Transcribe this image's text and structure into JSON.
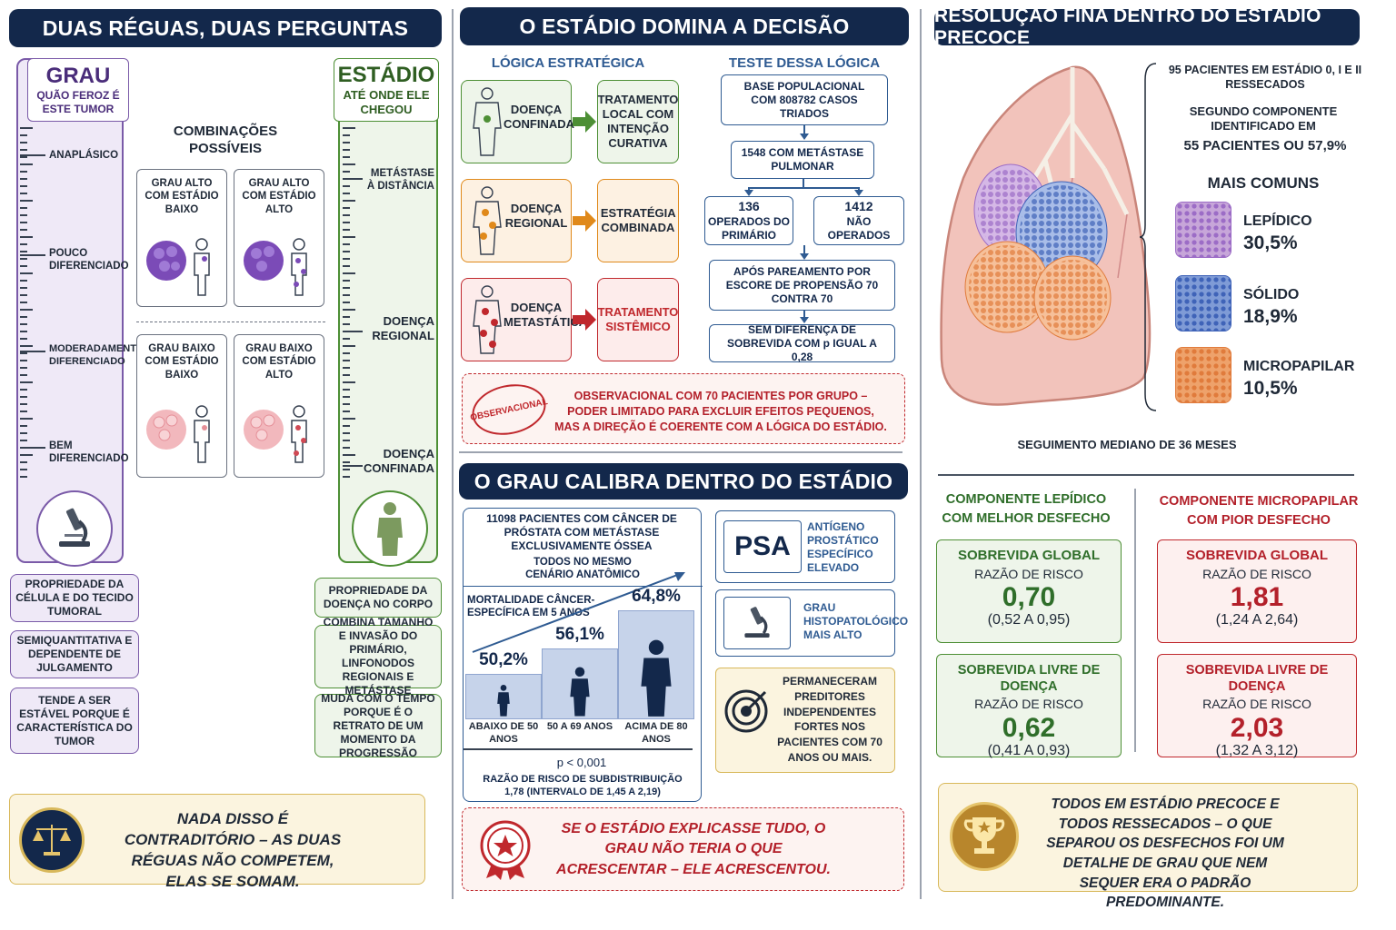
{
  "panel1": {
    "header": "DUAS RÉGUAS, DUAS PERGUNTAS",
    "grade": {
      "title": "GRAU",
      "subtitle": "QUÃO FEROZ É ESTE TUMOR",
      "levels": [
        "ANAPLÁSICO",
        "POUCO DIFERENCIADO",
        "MODERADAMENTE DIFERENCIADO",
        "BEM DIFERENCIADO"
      ],
      "props": [
        "PROPRIEDADE DA CÉLULA E DO TECIDO TUMORAL",
        "SEMIQUANTITATIVA E DEPENDENTE DE JULGAMENTO",
        "TENDE A SER ESTÁVEL PORQUE É CARACTERÍSTICA DO TUMOR"
      ]
    },
    "stage": {
      "title": "ESTÁDIO",
      "subtitle": "ATÉ ONDE ELE CHEGOU",
      "levels": [
        "METÁSTASE À DISTÂNCIA",
        "DOENÇA REGIONAL",
        "DOENÇA CONFINADA"
      ],
      "props": [
        "PROPRIEDADE DA DOENÇA NO CORPO",
        "COMBINA TAMANHO E INVASÃO DO PRIMÁRIO, LINFONODOS REGIONAIS E METÁSTASE",
        "MUDA COM O TEMPO PORQUE É O RETRATO DE UM MOMENTO DA PROGRESSÃO"
      ]
    },
    "combos_title": "COMBINAÇÕES POSSÍVEIS",
    "combos": [
      "GRAU ALTO COM ESTÁDIO BAIXO",
      "GRAU ALTO COM ESTÁDIO ALTO",
      "GRAU BAIXO COM ESTÁDIO BAIXO",
      "GRAU BAIXO COM ESTÁDIO ALTO"
    ],
    "footer": "NADA DISSO É CONTRADITÓRIO – AS DUAS RÉGUAS NÃO COMPETEM, ELAS SE SOMAM."
  },
  "panel2": {
    "header": "O ESTÁDIO DOMINA A DECISÃO",
    "logic_title": "LÓGICA ESTRATÉGICA",
    "test_title": "TESTE DESSA LÓGICA",
    "rows": [
      {
        "disease": "DOENÇA CONFINADA",
        "strategy": "TRATAMENTO LOCAL COM INTENÇÃO CURATIVA",
        "color": "#4d8f35"
      },
      {
        "disease": "DOENÇA REGIONAL",
        "strategy": "ESTRATÉGIA COMBINADA",
        "color": "#e0891a"
      },
      {
        "disease": "DOENÇA METASTÁTICA",
        "strategy": "TRATAMENTO SISTÊMICO",
        "color": "#c0282d"
      }
    ],
    "flow": {
      "base": "BASE POPULACIONAL COM 808782 CASOS TRIADOS",
      "meta": "1548 COM METÁSTASE PULMONAR",
      "operated_n": "136",
      "operated": "OPERADOS DO PRIMÁRIO",
      "not_operated_n": "1412",
      "not_operated": "NÃO OPERADOS",
      "matched": "APÓS PAREAMENTO POR ESCORE DE PROPENSÃO 70 CONTRA 70",
      "result": "SEM DIFERENÇA DE SOBREVIDA COM p IGUAL A 0,28"
    },
    "stamp": "OBSERVACIONAL",
    "note": "OBSERVACIONAL COM 70 PACIENTES POR GRUPO – PODER LIMITADO PARA EXCLUIR EFEITOS PEQUENOS, MAS A DIREÇÃO É COERENTE COM A LÓGICA DO ESTÁDIO."
  },
  "panel3": {
    "header": "O GRAU CALIBRA DENTRO DO ESTÁDIO",
    "study": "11098 PACIENTES COM CÂNCER DE PRÓSTATA COM METÁSTASE EXCLUSIVAMENTE ÓSSEA",
    "study_sub": "TODOS NO MESMO CENÁRIO ANATÔMICO",
    "mort_label": "MORTALIDADE CÂNCER-ESPECÍFICA EM 5 ANOS",
    "bars": [
      {
        "value": "50,2%",
        "label": "ABAIXO DE 50 ANOS",
        "v": 50.2
      },
      {
        "value": "56,1%",
        "label": "50 A 69 ANOS",
        "v": 56.1
      },
      {
        "value": "64,8%",
        "label": "ACIMA DE 80 ANOS",
        "v": 64.8
      }
    ],
    "pvalue": "p < 0,001",
    "hr": "RAZÃO DE RISCO DE SUBDISTRIBUIÇÃO 1,78 (INTERVALO DE 1,45 A 2,19)",
    "psa": "PSA",
    "psa_label": "ANTÍGENO PROSTÁTICO ESPECÍFICO ELEVADO",
    "grade_label": "GRAU HISTOPATOLÓGICO MAIS ALTO",
    "predictors": "PERMANECERAM PREDITORES INDEPENDENTES FORTES NOS PACIENTES COM 70 ANOS OU MAIS.",
    "footer": "SE O ESTÁDIO EXPLICASSE TUDO, O GRAU NÃO TERIA O QUE ACRESCENTAR – ELE ACRESCENTOU."
  },
  "panel4": {
    "header": "RESOLUÇÃO FINA DENTRO DO ESTÁDIO PRECOCE",
    "patients": "95 PACIENTES EM ESTÁDIO 0, I E II RESSECADOS",
    "second": "SEGUNDO COMPONENTE IDENTIFICADO EM",
    "second_n": "55 PACIENTES OU 57,9%",
    "common": "MAIS COMUNS",
    "patterns": [
      {
        "name": "LEPÍDICO",
        "value": "30,5%",
        "v": 30.5,
        "color": "#c7a6d9"
      },
      {
        "name": "SÓLIDO",
        "value": "18,9%",
        "v": 18.9,
        "color": "#7f9bd6"
      },
      {
        "name": "MICROPAPILAR",
        "value": "10,5%",
        "v": 10.5,
        "color": "#eea26b"
      }
    ],
    "followup": "SEGUIMENTO MEDIANO DE 36 MESES",
    "lepidic": {
      "title": "COMPONENTE LEPÍDICO COM MELHOR DESFECHO",
      "os_title": "SOBREVIDA GLOBAL",
      "os_hr_label": "RAZÃO DE RISCO",
      "os_hr": "0,70",
      "os_ci": "(0,52 A 0,95)",
      "dfs_title": "SOBREVIDA LIVRE DE DOENÇA",
      "dfs_hr_label": "RAZÃO DE RISCO",
      "dfs_hr": "0,62",
      "dfs_ci": "(0,41 A 0,93)"
    },
    "micro": {
      "title": "COMPONENTE MICROPAPILAR COM PIOR DESFECHO",
      "os_title": "SOBREVIDA GLOBAL",
      "os_hr_label": "RAZÃO DE RISCO",
      "os_hr": "1,81",
      "os_ci": "(1,24 A 2,64)",
      "dfs_title": "SOBREVIDA LIVRE DE DOENÇA",
      "dfs_hr_label": "RAZÃO DE RISCO",
      "dfs_hr": "2,03",
      "dfs_ci": "(1,32 A 3,12)"
    },
    "footer": "TODOS EM ESTÁDIO PRECOCE E TODOS RESSECADOS – O QUE SEPAROU OS DESFECHOS FOI UM DETALHE DE GRAU QUE NEM SEQUER ERA O PADRÃO PREDOMINANTE."
  }
}
